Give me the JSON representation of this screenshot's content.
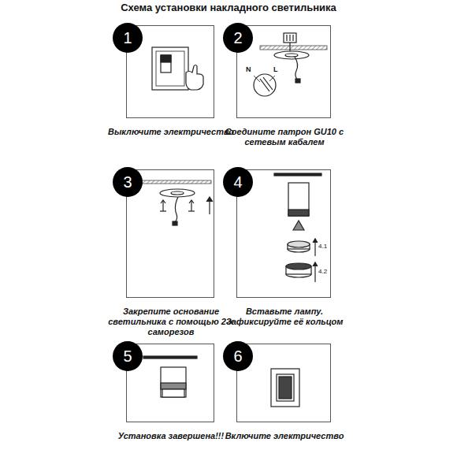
{
  "diagram": {
    "title": "Схема установки накладного светильника",
    "nodes": [
      {
        "text": [
          "Выключите электричество"
        ]
      },
      {
        "text": [
          "1"
        ],
        "in": 0
      },
      {
        "text": [
          "Соедините патрон GU10 с сетевым кабалем"
        ]
      },
      {
        "text": [
          "2"
        ],
        "in": 2
      },
      {
        "text": [
          "Закрепите основание светильника с помощью 2-х саморезов"
        ]
      },
      {
        "text": [
          "3"
        ],
        "in": 4
      },
      {
        "text": [
          "Вставьте лампу. Зафиксируйте её кольцом"
        ]
      },
      {
        "text": [
          "4"
        ],
        "in": 6
      },
      {
        "text": [
          "Установка завершена!!!"
        ]
      },
      {
        "text": [
          "5"
        ],
        "in": 8
      },
      {
        "text": [
          "Включите электричество"
        ]
      },
      {
        "text": [
          "6"
        ],
        "in": 10
      }
    ],
    "labels": [
      "N",
      "L",
      "4.1",
      "4.2"
    ]
  }
}
